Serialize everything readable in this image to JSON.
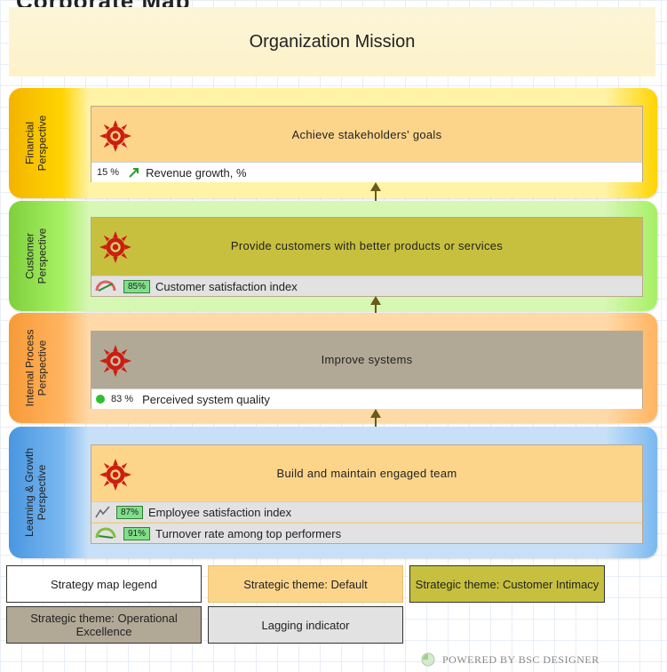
{
  "page": {
    "heading": "Corporate Map"
  },
  "mission": {
    "label": "Organization Mission"
  },
  "perspectives": [
    {
      "label": "Financial\nPerspective",
      "color": "#fdc800",
      "objective": {
        "title": "Achieve stakeholders' goals",
        "theme_color": "#fcd58b",
        "kpis": [
          {
            "value": "15 %",
            "icon": "arrow-up-right-icon",
            "label": "Revenue growth, %",
            "lagging": false
          }
        ]
      }
    },
    {
      "label": "Customer\nPerspective",
      "color": "#8de04a",
      "objective": {
        "title": "Provide customers with better products or services",
        "theme_color": "#c7c03f",
        "kpis": [
          {
            "badge": "85%",
            "icon": "gauge-icon",
            "label": "Customer satisfaction index",
            "lagging": true
          }
        ]
      }
    },
    {
      "label": "Internal Process\nPerspective",
      "color": "#fba84e",
      "objective": {
        "title": "Improve systems",
        "theme_color": "#b2a896",
        "kpis": [
          {
            "value": "83 %",
            "icon": "green-dot-icon",
            "label": "Perceived system quality",
            "lagging": false
          }
        ]
      }
    },
    {
      "label": "Learning & Growth\nPerspective",
      "color": "#6fb0ec",
      "objective": {
        "title": "Build and maintain engaged team",
        "theme_color": "#fcd58b",
        "kpis": [
          {
            "badge": "87%",
            "icon": "sparkline-icon",
            "label": "Employee satisfaction index",
            "lagging": true
          },
          {
            "badge": "91%",
            "icon": "gauge-icon",
            "label": "Turnover rate among top performers",
            "lagging": true
          }
        ]
      }
    }
  ],
  "legend": {
    "title": "Strategy map legend",
    "default": "Strategic theme: Default",
    "customer": "Strategic theme: Customer Intimacy",
    "operational": "Strategic theme: Operational Excellence",
    "lagging": "Lagging indicator",
    "colors": {
      "default": "#fcd58b",
      "customer": "#c7c03f",
      "operational": "#b2a896",
      "lagging": "#e2e2e2"
    }
  },
  "footer": {
    "powered": "POWERED BY BSC DESIGNER"
  }
}
